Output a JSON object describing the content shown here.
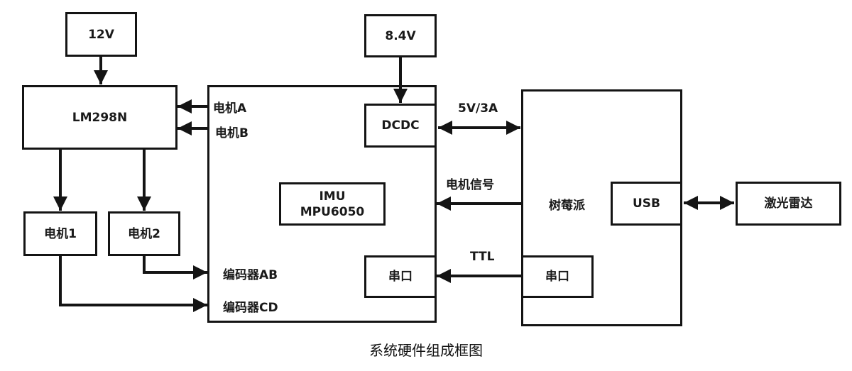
{
  "diagram": {
    "caption": "系统硬件组成框图",
    "blocks": {
      "power_12v": "12V",
      "driver": "LM298N",
      "motor1": "电机1",
      "motor2": "电机2",
      "power_84v": "8.4V",
      "dcdc": "DCDC",
      "imu_line1": "IMU",
      "imu_line2": "MPU6050",
      "serial_left": "串口",
      "raspberry_pi": "树莓派",
      "usb": "USB",
      "serial_right": "串口",
      "lidar": "激光雷达"
    },
    "port_labels": {
      "motor_a": "电机A",
      "motor_b": "电机B",
      "encoder_ab": "编码器AB",
      "encoder_cd": "编码器CD"
    },
    "connection_labels": {
      "power_link": "5V/3A",
      "motor_signal": "电机信号",
      "ttl": "TTL"
    },
    "connections": [
      {
        "from": "12V",
        "to": "LM298N",
        "type": "arrow"
      },
      {
        "from": "Controller 电机A",
        "to": "LM298N",
        "type": "arrow"
      },
      {
        "from": "Controller 电机B",
        "to": "LM298N",
        "type": "arrow"
      },
      {
        "from": "LM298N",
        "to": "电机1",
        "type": "arrow"
      },
      {
        "from": "LM298N",
        "to": "电机2",
        "type": "arrow"
      },
      {
        "from": "电机2",
        "to": "编码器AB",
        "type": "arrow"
      },
      {
        "from": "电机1",
        "to": "编码器CD",
        "type": "arrow"
      },
      {
        "from": "8.4V",
        "to": "DCDC",
        "type": "arrow"
      },
      {
        "from": "DCDC",
        "to": "树莓派",
        "type": "bidirectional",
        "label": "5V/3A"
      },
      {
        "from": "树莓派",
        "to": "Controller",
        "type": "arrow",
        "label": "电机信号"
      },
      {
        "from": "树莓派 串口",
        "to": "Controller 串口",
        "type": "arrow",
        "label": "TTL"
      },
      {
        "from": "USB",
        "to": "激光雷达",
        "type": "bidirectional"
      }
    ]
  }
}
